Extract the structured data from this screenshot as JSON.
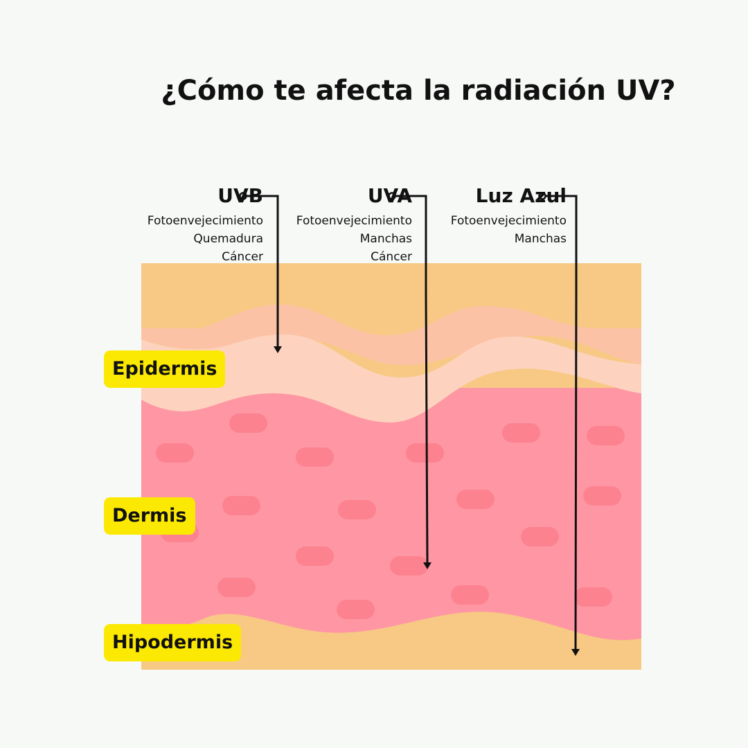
{
  "title": "¿Cómo te afecta la radiación UV?",
  "colors": {
    "background": "#f7f9f7",
    "epidermis_outer": "#fcc2a6",
    "epidermis_inner": "#fdd3bf",
    "dermis": "#fe97a3",
    "dermis_cells": "#fd8290",
    "hypodermis": "#f7c985",
    "label_highlight": "#fce903",
    "line": "#111111"
  },
  "rays": [
    {
      "name": "UVB",
      "effects": [
        "Fotoenvejecimiento",
        "Quemadura",
        "Cáncer"
      ],
      "reaches": "Epidermis"
    },
    {
      "name": "UVA",
      "effects": [
        "Fotoenvejecimiento",
        "Manchas",
        "Cáncer"
      ],
      "reaches": "Dermis"
    },
    {
      "name": "Luz Azul",
      "effects": [
        "Fotoenvejecimiento",
        "Manchas"
      ],
      "reaches": "Hipodermis"
    }
  ],
  "layers": [
    {
      "label": "Epidermis"
    },
    {
      "label": "Dermis"
    },
    {
      "label": "Hipodermis"
    }
  ]
}
